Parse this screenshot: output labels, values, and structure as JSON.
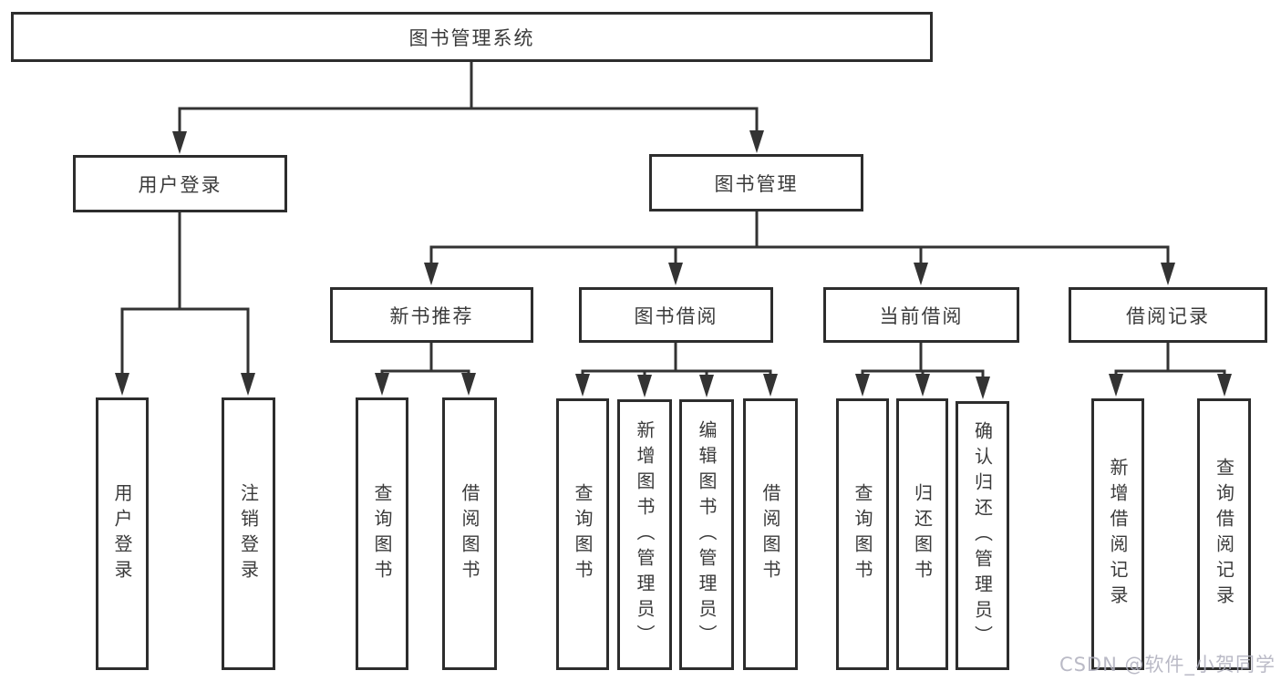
{
  "diagram": {
    "root": "图书管理系统",
    "branches": {
      "user_login": "用户登录",
      "book_management": "图书管理"
    },
    "modules": {
      "new_book_recommend": "新书推荐",
      "book_borrow": "图书借阅",
      "current_borrow": "当前借阅",
      "borrow_records": "借阅记录"
    },
    "functions": {
      "user_login": [
        "用户登录",
        "注销登录"
      ],
      "new_book_recommend": [
        "查询图书",
        "借阅图书"
      ],
      "book_borrow": [
        "查询图书",
        "新增图书（管理员）",
        "编辑图书（管理员）",
        "借阅图书"
      ],
      "current_borrow": [
        "查询图书",
        "归还图书",
        "确认归还（管理员）"
      ],
      "borrow_records": [
        "新增借阅记录",
        "查询借阅记录"
      ]
    }
  },
  "watermark": "CSDN @软件_小贺同学",
  "colors": {
    "line": "#333333",
    "border": "#2d2d2d",
    "text": "#3b3b3b",
    "background": "#ffffff",
    "watermark": "#aeaebc"
  }
}
